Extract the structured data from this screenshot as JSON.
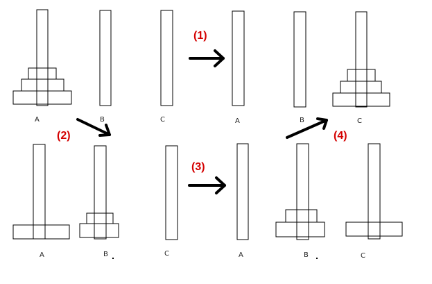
{
  "peg_labels": {
    "s1": [
      "A",
      "B",
      "C"
    ],
    "s2": [
      "A",
      "B",
      "C"
    ],
    "s3": [
      "A",
      "B",
      "C"
    ],
    "s4": [
      "A",
      "B",
      "C"
    ]
  },
  "steps": [
    "(1)",
    "(2)",
    "(3)",
    "(4)"
  ],
  "colors": {
    "step": "#d40000",
    "line": "#000000",
    "background": "#ffffff"
  }
}
